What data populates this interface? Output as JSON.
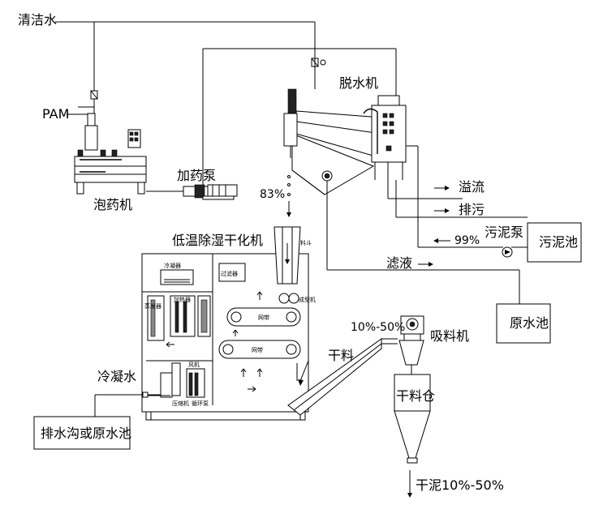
{
  "labels": {
    "clean_water": "清洁水",
    "pam": "PAM",
    "dosing_machine": "泡药机",
    "dosing_pump": "加药泵",
    "dewatering_machine": "脱水机",
    "overflow": "溢流",
    "discharge": "排污",
    "sludge_pump": "污泥泵",
    "sludge_tank": "污泥池",
    "percent_99": "99%",
    "percent_83": "83%",
    "filtrate": "滤液",
    "raw_water_tank": "原水池",
    "dryer": "低温除湿干化机",
    "feed": "料斗",
    "condensate": "冷凝水",
    "drain": "排水沟或原水池",
    "percent_10_50": "10%-50%",
    "suction_machine": "吸料机",
    "dry_material": "干料",
    "dry_silo": "干料仓",
    "dry_sludge": "干泥10%-50%"
  },
  "dryer_parts": {
    "condenser": "冷凝器",
    "filter": "过滤器",
    "former": "成型机",
    "mesh_belt_1": "网带",
    "mesh_belt_2": "网带",
    "evaporator": "蒸发器",
    "heater": "加热器",
    "fan": "风机",
    "compressor": "压缩机",
    "pump": "循环泵"
  }
}
